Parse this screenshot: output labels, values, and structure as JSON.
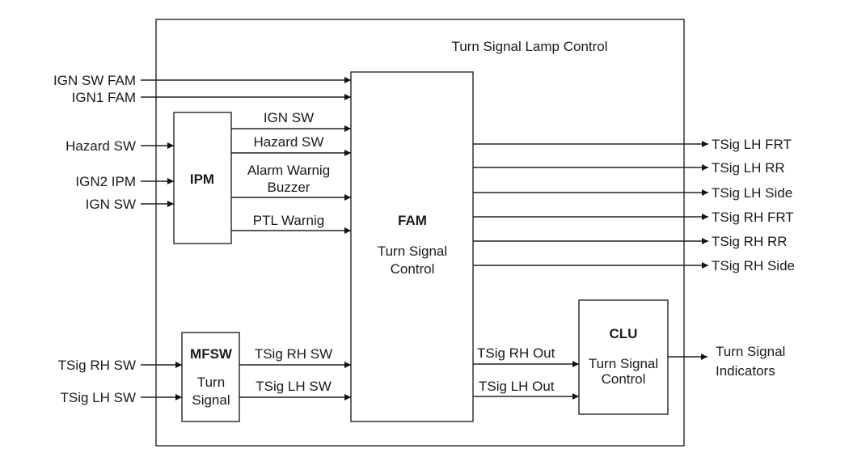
{
  "title": "Turn Signal Lamp Control",
  "blocks": {
    "ipm": {
      "name": "IPM"
    },
    "fam": {
      "name": "FAM",
      "function_lines": [
        "Turn Signal",
        "Control"
      ]
    },
    "mfsw": {
      "name": "MFSW",
      "function_lines": [
        "Turn",
        "Signal"
      ]
    },
    "clu": {
      "name": "CLU",
      "function_lines": [
        "Turn Signal",
        "Control"
      ]
    }
  },
  "external_inputs_to_fam": [
    "IGN SW FAM",
    "IGN1 FAM"
  ],
  "ipm_inputs": [
    "Hazard SW",
    "IGN2 IPM",
    "IGN SW"
  ],
  "ipm_outputs": [
    {
      "lines": [
        "IGN SW"
      ]
    },
    {
      "lines": [
        "Hazard SW"
      ]
    },
    {
      "lines": [
        "Alarm Warnig",
        "Buzzer"
      ]
    },
    {
      "lines": [
        "PTL Warnig"
      ]
    }
  ],
  "mfsw_inputs": [
    "TSig RH SW",
    "TSig LH SW"
  ],
  "mfsw_outputs": [
    "TSig RH SW",
    "TSig LH SW"
  ],
  "fam_outputs": [
    "TSig LH FRT",
    "TSig LH RR",
    "TSig LH Side",
    "TSig RH FRT",
    "TSig RH RR",
    "TSig RH Side"
  ],
  "fam_to_clu": [
    "TSig RH Out",
    "TSig LH Out"
  ],
  "clu_output": {
    "lines": [
      "Turn Signal",
      "Indicators"
    ]
  },
  "colors": {
    "line": "#222222",
    "text": "#1a1a1a",
    "background": "#ffffff"
  }
}
